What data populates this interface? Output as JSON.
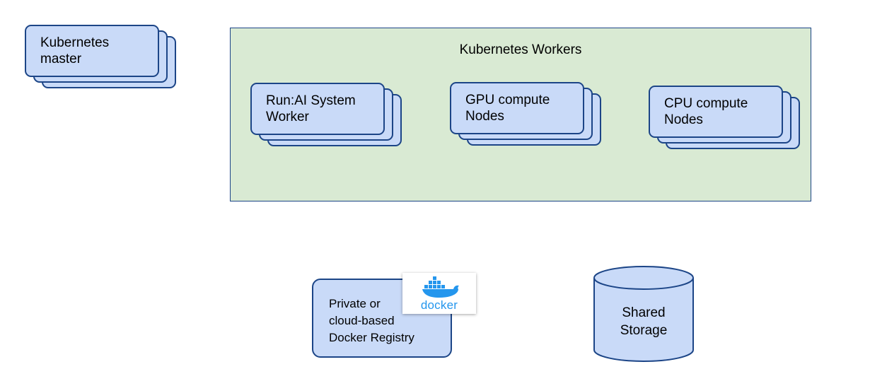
{
  "master": {
    "label": "Kubernetes\nmaster"
  },
  "workers": {
    "title": "Kubernetes Workers",
    "groups": [
      {
        "label": "Run:AI System\nWorker"
      },
      {
        "label": "GPU compute\nNodes"
      },
      {
        "label": "CPU compute\nNodes"
      }
    ]
  },
  "registry": {
    "label": "Private or\ncloud-based\nDocker Registry",
    "logo_text": "docker"
  },
  "storage": {
    "label": "Shared\nStorage"
  },
  "colors": {
    "node_fill": "#c9daf8",
    "node_border": "#1c4587",
    "workers_fill": "#d9ead3",
    "docker_blue": "#2496ed"
  }
}
